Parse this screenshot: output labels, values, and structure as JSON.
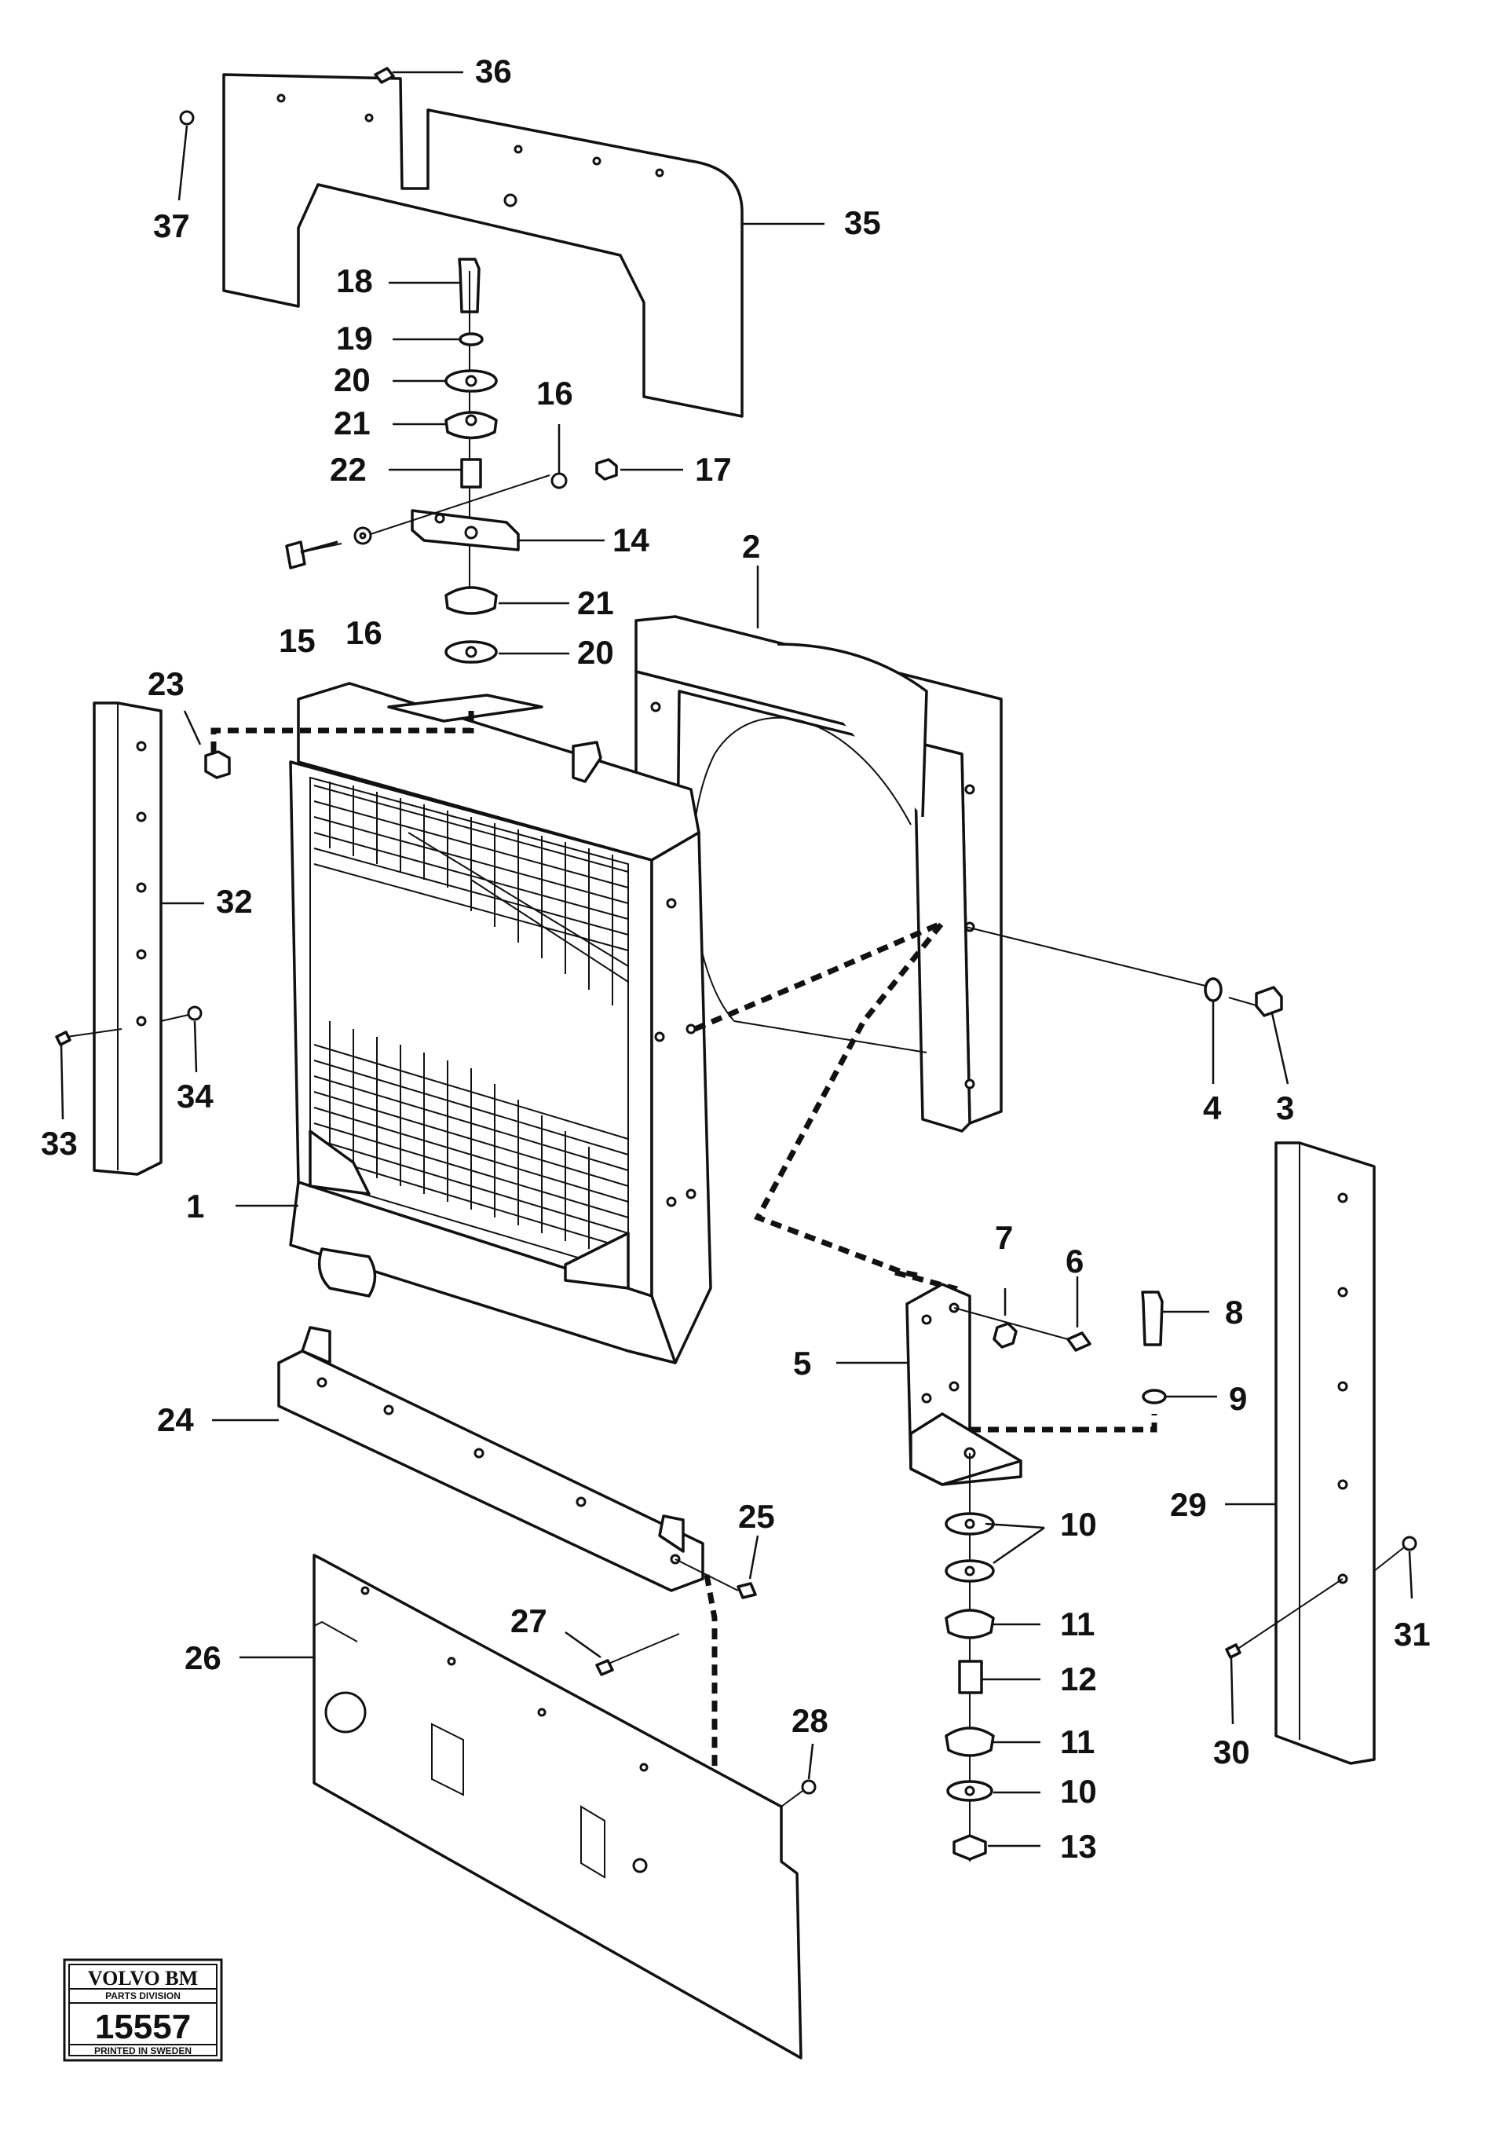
{
  "callouts": [
    {
      "id": "c1",
      "label": "1"
    },
    {
      "id": "c2",
      "label": "2"
    },
    {
      "id": "c3",
      "label": "3"
    },
    {
      "id": "c4",
      "label": "4"
    },
    {
      "id": "c5",
      "label": "5"
    },
    {
      "id": "c6",
      "label": "6"
    },
    {
      "id": "c7",
      "label": "7"
    },
    {
      "id": "c8",
      "label": "8"
    },
    {
      "id": "c9",
      "label": "9"
    },
    {
      "id": "c10a",
      "label": "10"
    },
    {
      "id": "c10b",
      "label": "10"
    },
    {
      "id": "c11a",
      "label": "11"
    },
    {
      "id": "c11b",
      "label": "11"
    },
    {
      "id": "c12",
      "label": "12"
    },
    {
      "id": "c13",
      "label": "13"
    },
    {
      "id": "c14",
      "label": "14"
    },
    {
      "id": "c15",
      "label": "15"
    },
    {
      "id": "c16a",
      "label": "16"
    },
    {
      "id": "c16b",
      "label": "16"
    },
    {
      "id": "c17",
      "label": "17"
    },
    {
      "id": "c18",
      "label": "18"
    },
    {
      "id": "c19",
      "label": "19"
    },
    {
      "id": "c20a",
      "label": "20"
    },
    {
      "id": "c20b",
      "label": "20"
    },
    {
      "id": "c21a",
      "label": "21"
    },
    {
      "id": "c21b",
      "label": "21"
    },
    {
      "id": "c22",
      "label": "22"
    },
    {
      "id": "c23",
      "label": "23"
    },
    {
      "id": "c24",
      "label": "24"
    },
    {
      "id": "c25",
      "label": "25"
    },
    {
      "id": "c26",
      "label": "26"
    },
    {
      "id": "c27",
      "label": "27"
    },
    {
      "id": "c28",
      "label": "28"
    },
    {
      "id": "c29",
      "label": "29"
    },
    {
      "id": "c30",
      "label": "30"
    },
    {
      "id": "c31",
      "label": "31"
    },
    {
      "id": "c32",
      "label": "32"
    },
    {
      "id": "c33",
      "label": "33"
    },
    {
      "id": "c34",
      "label": "34"
    },
    {
      "id": "c35",
      "label": "35"
    },
    {
      "id": "c36",
      "label": "36"
    },
    {
      "id": "c37",
      "label": "37"
    }
  ],
  "stamp": {
    "brand": "VOLVO BM",
    "division": "PARTS DIVISION",
    "number": "15557",
    "printed": "PRINTED IN SWEDEN"
  }
}
